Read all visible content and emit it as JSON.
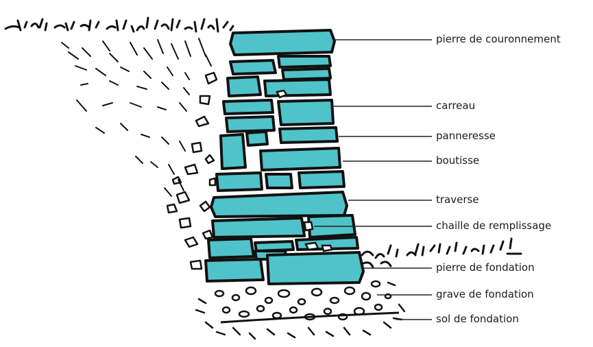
{
  "diagram": {
    "labels": [
      "pierre de couronnement",
      "carreau",
      "panneresse",
      "boutisse",
      "traverse",
      "chaille de remplissage",
      "pierre de fondation",
      "grave de fondation",
      "sol de fondation"
    ],
    "colors": {
      "stone": "#4fc3c9",
      "stone_shadow": "#35a9b0",
      "ink": "#111111",
      "leader_line": "#222222"
    }
  }
}
